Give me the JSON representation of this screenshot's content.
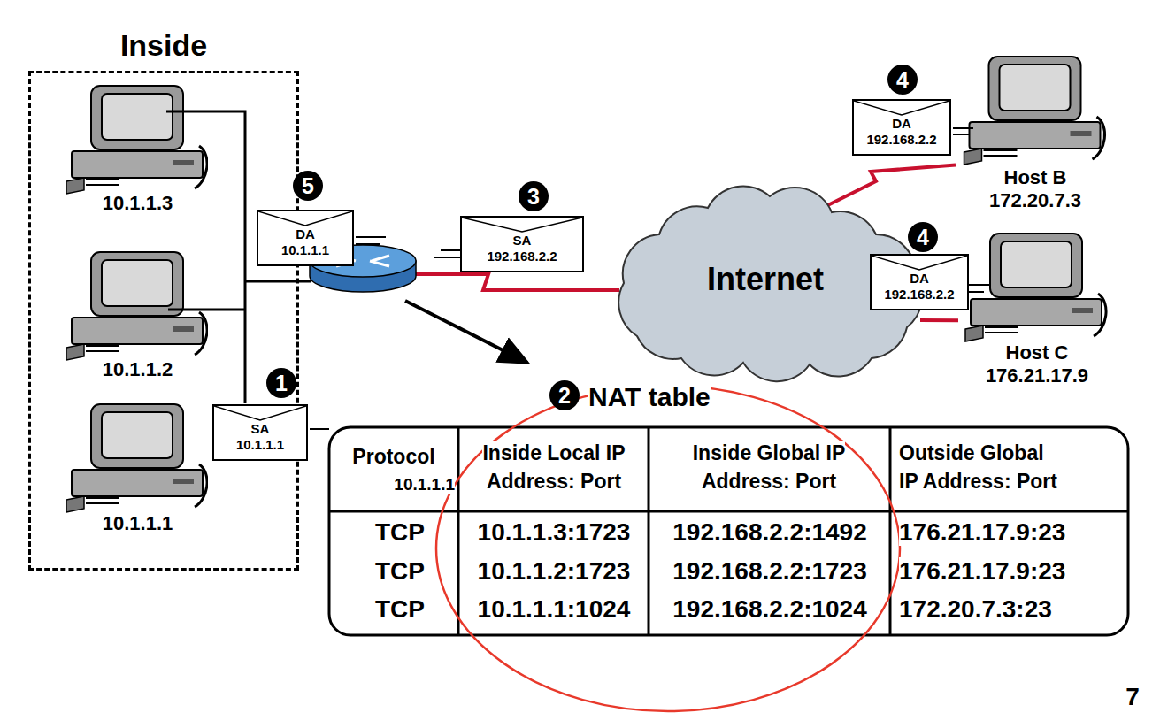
{
  "diagram": {
    "nodes": [
      {
        "text": [
          "Inside"
        ]
      },
      {
        "text": [
          "10.1.1.3"
        ],
        "in": 0
      },
      {
        "text": [
          "10.1.1.2"
        ],
        "in": 0
      },
      {
        "text": [
          "10.1.1.1"
        ],
        "in": 0
      },
      {
        "text": [
          "DA",
          "10.1.1.1"
        ]
      },
      {
        "text": [
          "SA",
          "192.168.2.2"
        ]
      },
      {
        "text": [
          "Internet"
        ]
      },
      {
        "text": [
          "DA",
          "192.168.2.2"
        ]
      },
      {
        "text": [
          "Host B",
          "172.20.7.3"
        ]
      },
      {
        "text": [
          "DA",
          "192.168.2.2"
        ]
      },
      {
        "text": [
          "Host C",
          "176.21.17.9"
        ]
      },
      {
        "text": [
          "SA",
          "10.1.1.1"
        ]
      }
    ],
    "edges": [
      {
        "from": 6,
        "to": 8,
        "arrow": "none"
      },
      {
        "from": 6,
        "to": 10,
        "arrow": "none"
      }
    ],
    "labels": [
      "1",
      "2",
      "3",
      "4",
      "4",
      "5",
      "NAT table",
      "Protocol",
      "10.1.1.1",
      "Inside Local IP Address: Port",
      "Inside Global IP Address: Port",
      "Outside Global IP Address: Port",
      "TCP",
      "10.1.1.3:1723",
      "192.168.2.2:1492",
      "176.21.17.9:23",
      "TCP",
      "10.1.1.2:1723",
      "192.168.2.2:1723",
      "176.21.17.9:23",
      "TCP",
      "10.1.1.1:1024",
      "192.168.2.2:1024",
      "172.20.7.3:23",
      "7"
    ]
  }
}
